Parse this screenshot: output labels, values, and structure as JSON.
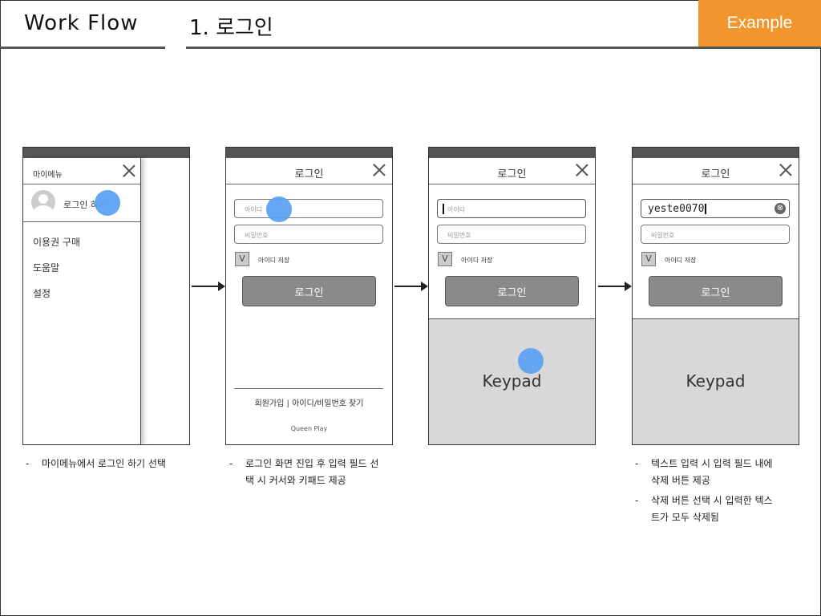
{
  "header": {
    "title_left": "Work Flow",
    "title_right": "1. 로그인",
    "badge": "Example",
    "badge_color": "#f0962c"
  },
  "screens": {
    "menu": {
      "menu_title": "마이메뉴",
      "login_link": "로그인 하기",
      "items": [
        "이용권 구매",
        "도움말",
        "설정"
      ]
    },
    "login": {
      "title": "로그인",
      "id_placeholder": "아이디",
      "pw_placeholder": "비밀번호",
      "remember_label": "아이디 저장",
      "checkbox_mark": "V",
      "login_button": "로그인",
      "footer_links": "회원가입 | 아이디/비밀번호 찾기",
      "brand": "Queen Play"
    },
    "login_focus": {
      "title": "로그인",
      "id_placeholder": "아이디",
      "pw_placeholder": "비밀번호",
      "remember_label": "아이디 저장",
      "checkbox_mark": "V",
      "login_button": "로그인",
      "keypad_label": "Keypad"
    },
    "login_typed": {
      "title": "로그인",
      "id_value": "yeste0070",
      "clear_icon": "⊗",
      "pw_placeholder": "비밀번호",
      "remember_label": "아이디 저장",
      "checkbox_mark": "V",
      "login_button": "로그인",
      "keypad_label": "Keypad"
    }
  },
  "notes": {
    "note1": {
      "dash": "-",
      "line1": "마이메뉴에서 로그인 하기 선택"
    },
    "note2": {
      "dash": "-",
      "line1": "로그인 화면 진입 후 입력 필드 선",
      "line2": "택 시 커서와 키패드 제공"
    },
    "note3": {
      "dash": "-",
      "line1": "텍스트 입력 시 입력 필드 내에",
      "line2": "삭제 버튼 제공"
    },
    "note4": {
      "dash": "-",
      "line1": "삭제 버튼 선택 시 입력한 텍스",
      "line2": "트가 모두 삭제됨"
    }
  },
  "colors": {
    "tap_indicator": "#5da2f2",
    "button_gray": "#8a8a8a",
    "keypad_gray": "#d8d8d8"
  }
}
